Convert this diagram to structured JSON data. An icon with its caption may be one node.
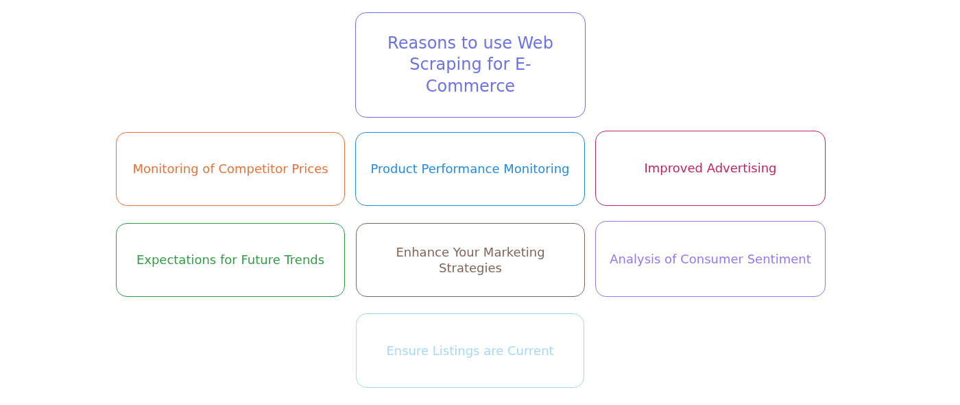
{
  "diagram": {
    "nodes": [
      {
        "text": [
          "Reasons to use Web Scraping for E-Commerce"
        ]
      },
      {
        "text": [
          "Monitoring of Competitor Prices"
        ]
      },
      {
        "text": [
          "Product Performance Monitoring"
        ]
      },
      {
        "text": [
          "Improved Advertising"
        ]
      },
      {
        "text": [
          "Expectations for Future Trends"
        ]
      },
      {
        "text": [
          "Enhance Your Marketing Strategies"
        ]
      },
      {
        "text": [
          "Analysis of Consumer Sentiment"
        ]
      },
      {
        "text": [
          "Ensure Listings are Current"
        ]
      }
    ]
  }
}
